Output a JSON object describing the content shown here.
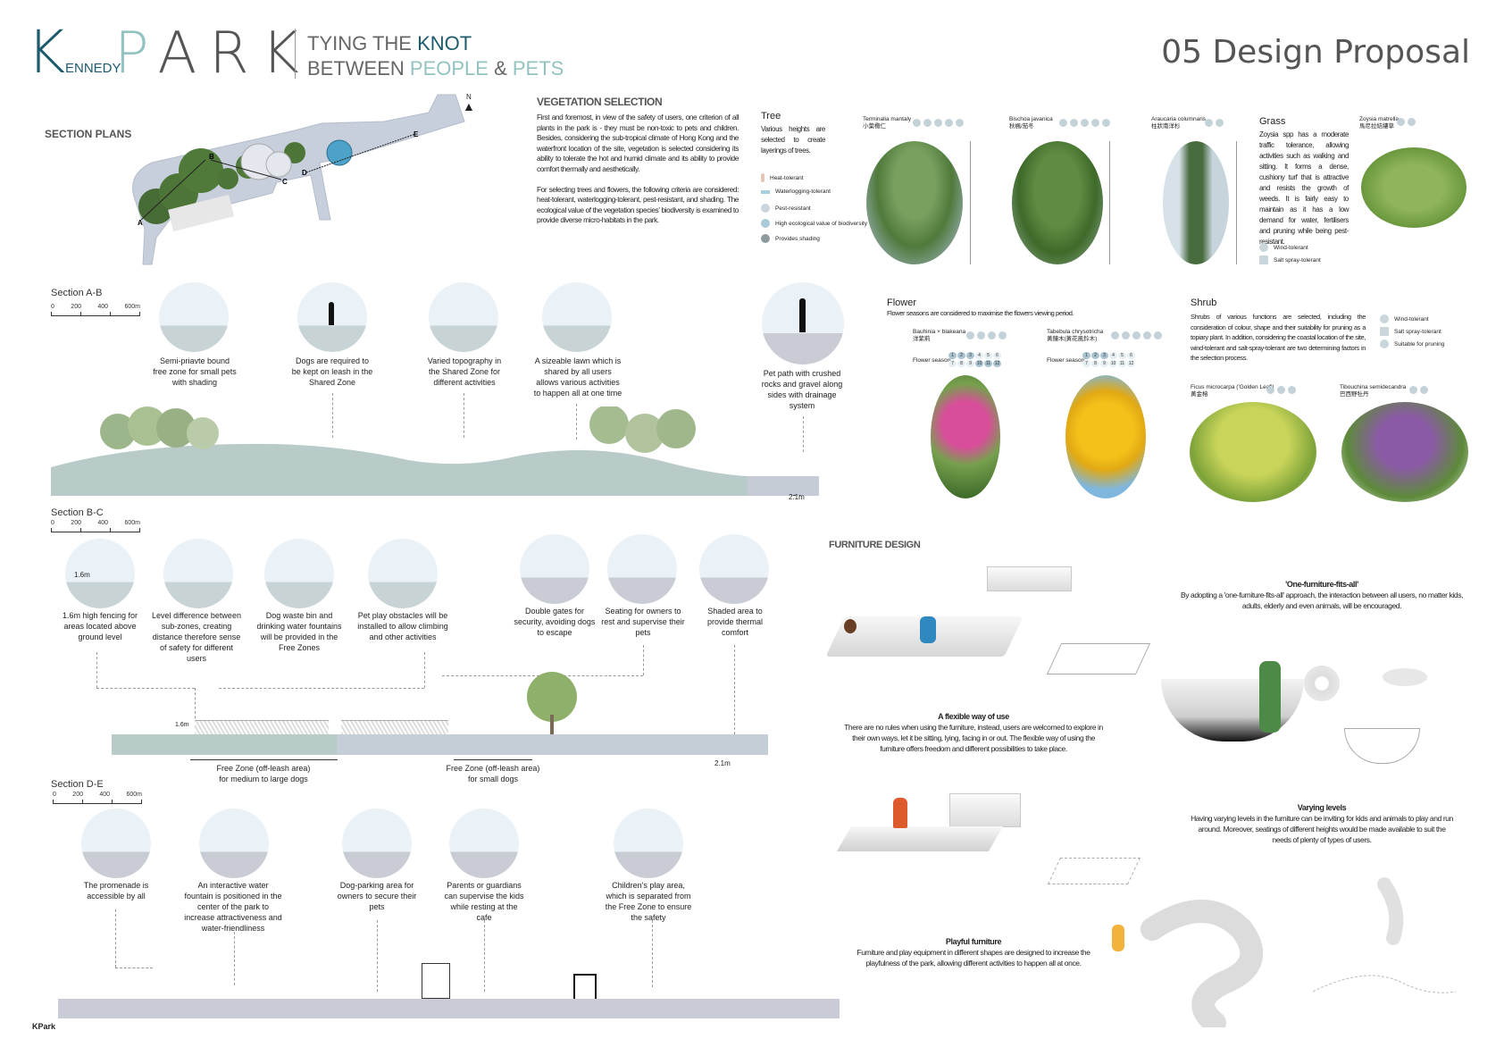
{
  "header": {
    "logo": {
      "k": "K",
      "ennedy": "ENNEDY",
      "p": "P",
      "ark": "ARK"
    },
    "tagline_line1": {
      "pre": "TYING THE ",
      "highlight": "KNOT"
    },
    "tagline_line2": {
      "pre": "BETWEEN ",
      "hl1": "PEOPLE",
      "mid": " & ",
      "hl2": "PETS"
    },
    "page_title": "05 Design Proposal"
  },
  "colors": {
    "brand_dark": "#1c5b6b",
    "brand_light": "#93c3c0",
    "text_grey": "#555555",
    "ground_green": "#b9cbc8",
    "ground_grey": "#c5cdd6"
  },
  "section_plans": {
    "title": "SECTION PLANS",
    "north_label": "N",
    "markers": [
      "A",
      "B",
      "C",
      "D",
      "E"
    ]
  },
  "scale_bar": {
    "ticks": [
      "0",
      "200",
      "400",
      "600m"
    ]
  },
  "section_ab": {
    "label": "Section A-B",
    "callouts": [
      {
        "text": "Semi-priavte bound free zone for small pets with shading"
      },
      {
        "text": "Dogs are required to be kept on leash in the Shared Zone"
      },
      {
        "text": "Varied topography in the Shared Zone for different activities"
      },
      {
        "text": "A sizeable lawn which is shared by all users allows various activities to happen all at one time"
      },
      {
        "text": "Pet path with crushed rocks and gravel along sides with drainage system"
      }
    ],
    "dimension": "2.1m"
  },
  "section_bc": {
    "label": "Section B-C",
    "circle_label": "1.6m",
    "callouts": [
      {
        "text": "1.6m high fencing for areas located above ground level"
      },
      {
        "text": "Level difference between sub-zones, creating distance therefore sense of safety for different users"
      },
      {
        "text": "Dog waste bin and drinking water fountains will be provided in the Free Zones"
      },
      {
        "text": "Pet play obstacles will be installed to allow climbing and other activities"
      },
      {
        "text": "Double gates for security, avoiding dogs to escape"
      },
      {
        "text": "Seating for owners to rest and supervise their pets"
      },
      {
        "text": "Shaded area to provide thermal comfort"
      }
    ],
    "fence_height": "1.6m",
    "zones": [
      {
        "line1": "Free Zone (off-leash area)",
        "line2": "for medium to large dogs"
      },
      {
        "line1": "Free Zone (off-leash area)",
        "line2": "for small dogs"
      }
    ],
    "dimension": "2.1m"
  },
  "section_de": {
    "label": "Section D-E",
    "callouts": [
      {
        "text": "The promenade is accessible by all"
      },
      {
        "text": "An interactive water fountain is positioned in the center of the park to increase attractiveness and water-friendliness"
      },
      {
        "text": "Dog-parking area for owners to secure their pets"
      },
      {
        "text": "Parents or guardians can supervise the kids while resting at the cafe"
      },
      {
        "text": "Children's play area, which is separated from the Free Zone to ensure the safety"
      }
    ]
  },
  "vegetation": {
    "title": "VEGETATION SELECTION",
    "para1": "First and foremost, in view of the safety of users, one criterion of all plants in the park is - they must be non-toxic to pets and children. Besides, considering the sub-tropical climate of Hong Kong and the waterfront location of the site, vegetation is selected considering its ability to tolerate the hot and humid climate and its ability to provide comfort thermally and aesthetically.",
    "para2": "For selecting trees and flowers, the following criteria are considered: heat-tolerant, waterlogging-tolerant, pest-resistant, and shading. The ecological value of the vegetation species' biodiversity is examined to provide diverse micro-habitats in the park.",
    "tree": {
      "heading": "Tree",
      "desc": "Various heights are selected to create layerings of trees.",
      "legend": [
        "Heat-tolerant",
        "Waterlogging-tolerant",
        "Pest-resistant",
        "High ecological value of biodiversity",
        "Provides shading"
      ],
      "species": [
        {
          "latin": "Terminalia mantaly",
          "chinese": "小葉欖仁"
        },
        {
          "latin": "Bischoa javanica",
          "chinese": "秋楓/茄冬"
        },
        {
          "latin": "Araucaria columnaris",
          "chinese": "柱狀南洋杉"
        }
      ]
    },
    "grass": {
      "heading": "Grass",
      "desc": "Zoysia spp has a moderate traffic tolerance, allowing activities such as walking and sitting. It forms a dense, cushiony turf that is attractive and resists the growth of weeds. It is fairly easy to maintain as it has a low demand for water, fertilisers and pruning while being pest-resistant.",
      "species": {
        "latin": "Zoysia matrella",
        "chinese": "馬尼拉結縷草"
      },
      "legend": [
        "Wind-tolerant",
        "Salt spray-tolerant"
      ]
    },
    "flower": {
      "heading": "Flower",
      "desc": "Flower seasons are considered to maximise the flowers viewing period.",
      "season_label": "Flower season:",
      "months": [
        "1",
        "2",
        "3",
        "4",
        "5",
        "6",
        "7",
        "8",
        "9",
        "10",
        "11",
        "12"
      ],
      "species": [
        {
          "latin": "Bauhinia × blakeana",
          "chinese": "洋紫荊"
        },
        {
          "latin": "Tabebula chrysotricha",
          "chinese": "黃鐘木(黃花風鈴木)"
        }
      ]
    },
    "shrub": {
      "heading": "Shrub",
      "desc": "Shrubs of various functions are selected, including the consideration of colour, shape and their suitability for pruning as a topiary plant. In addition, considering the coastal location of the site, wind-tolerant and salt-spray-tolerant are two determining factors in the selection process.",
      "legend": [
        "Wind-tolerant",
        "Salt spray-tolerant",
        "Suitable for pruning"
      ],
      "species": [
        {
          "latin": "Ficus microcarpa ('Golden Leaf')",
          "chinese": "黃金榕"
        },
        {
          "latin": "Tibouchina semidecandra",
          "chinese": "巴西野牡丹"
        }
      ]
    }
  },
  "furniture": {
    "title": "FURNITURE DESIGN",
    "blocks": [
      {
        "title": "'One-furniture-fits-all'",
        "body": "By adopting a 'one-furniture-fits-all' approach, the interaction between all users, no matter kids, adults, elderly and even animals, will be encouraged."
      },
      {
        "title": "A flexible way of use",
        "body": "There are no rules when using the furniture, instead, users are welcomed to explore in their own ways, let it be sitting, lying, facing in or out. The flexible way of using the furniture offers freedom and different possibilities to take place."
      },
      {
        "title": "Varying levels",
        "body": "Having varying levels in the furniture can be inviting for kids and animals to play and run around. Moreover, seatings of different heights would be made available to suit the needs of plenty of types of users."
      },
      {
        "title": "Playful furniture",
        "body": "Furniture and play equipment in different shapes are designed to increase the playfulness of the park, allowing different activities to happen all at once."
      }
    ]
  },
  "footer": {
    "label": "KPark"
  }
}
